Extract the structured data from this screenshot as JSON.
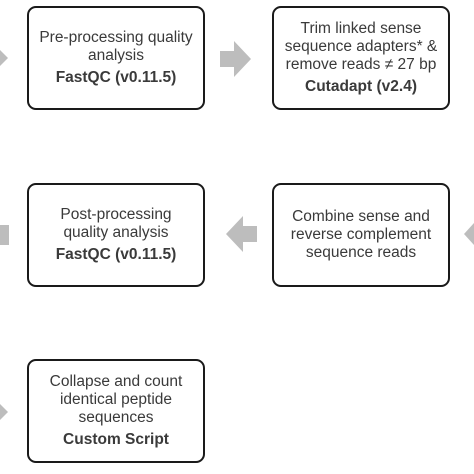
{
  "colors": {
    "box_border": "#1a1a1a",
    "text": "#3a3a3a",
    "arrow": "#bdbdbd"
  },
  "steps": [
    {
      "lines": [
        "Pre-processing quality",
        "analysis"
      ],
      "tool": "FastQC (v0.11.5)"
    },
    {
      "lines": [
        "Trim linked sense",
        "sequence adapters* &",
        "remove reads ≠ 27 bp"
      ],
      "tool": "Cutadapt (v2.4)"
    },
    {
      "lines": [
        "Combine sense and",
        "reverse complement",
        "sequence reads"
      ]
    },
    {
      "lines": [
        "Post-processing",
        "quality analysis"
      ],
      "tool": "FastQC (v0.11.5)"
    },
    {
      "lines": [
        "Collapse and count",
        "identical peptide",
        "sequences"
      ],
      "tool": "Custom Script"
    }
  ]
}
